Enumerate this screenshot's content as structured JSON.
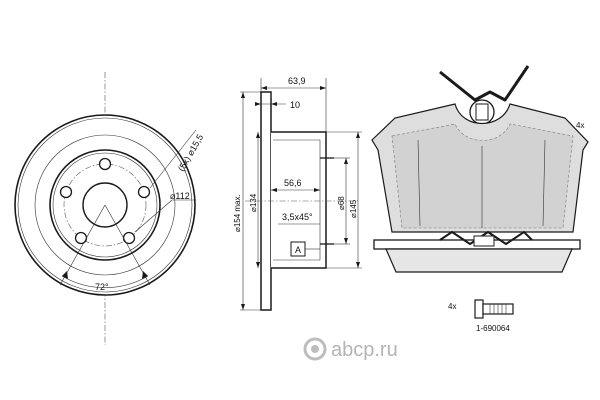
{
  "disc_front": {
    "bolt_pattern_label": "(5x) ⌀15,5",
    "pcd_label": "⌀112",
    "angle_label": "72°"
  },
  "disc_section": {
    "overall_height_label": "63,9",
    "hat_thickness_label": "10",
    "max_diameter_label": "⌀154 max.",
    "diameter_134_label": "⌀134",
    "diameter_68_label": "⌀68",
    "diameter_145_label": "⌀145",
    "hat_depth_label": "56,6",
    "chamfer_label": "3,5x45°",
    "section_marker": "A"
  },
  "brake_pad": {
    "quantity_label": "4x"
  },
  "bolt": {
    "quantity_label": "4x",
    "part_number": "1-690064"
  },
  "watermark": {
    "brand": "abcp.ru"
  }
}
